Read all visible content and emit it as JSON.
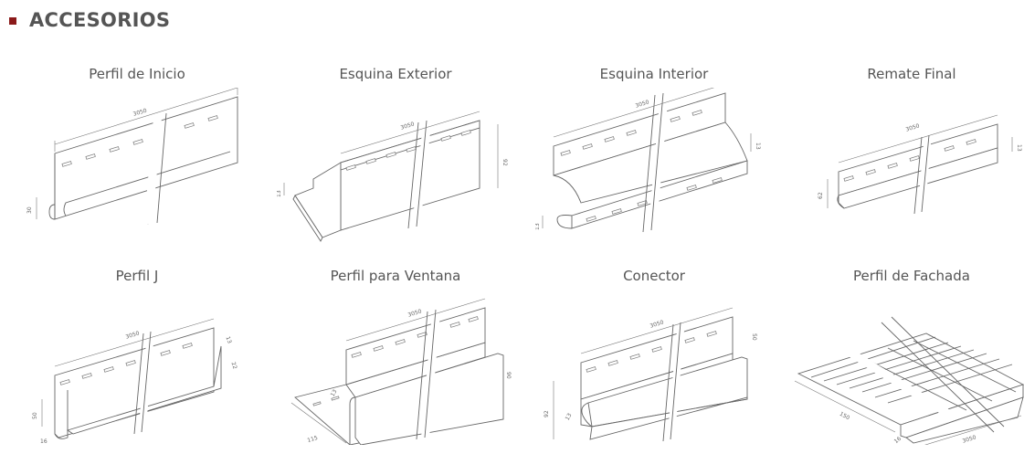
{
  "section": {
    "title": "ACCESORIOS"
  },
  "items": [
    {
      "label": "Perfil de Inicio",
      "dims": [
        "3050",
        "30"
      ]
    },
    {
      "label": "Esquina Exterior",
      "dims": [
        "3050",
        "92",
        "13"
      ]
    },
    {
      "label": "Esquina Interior",
      "dims": [
        "3050",
        "13",
        "13"
      ]
    },
    {
      "label": "Remate Final",
      "dims": [
        "3050",
        "13",
        "62"
      ]
    },
    {
      "label": "Perfil J",
      "dims": [
        "3050",
        "13",
        "22",
        "50",
        "16"
      ]
    },
    {
      "label": "Perfil para Ventana",
      "dims": [
        "3050",
        "90",
        "13",
        "115"
      ]
    },
    {
      "label": "Conector",
      "dims": [
        "3050",
        "50",
        "13",
        "92"
      ]
    },
    {
      "label": "Perfil de Fachada",
      "dims": [
        "150",
        "3050",
        "16"
      ]
    }
  ]
}
